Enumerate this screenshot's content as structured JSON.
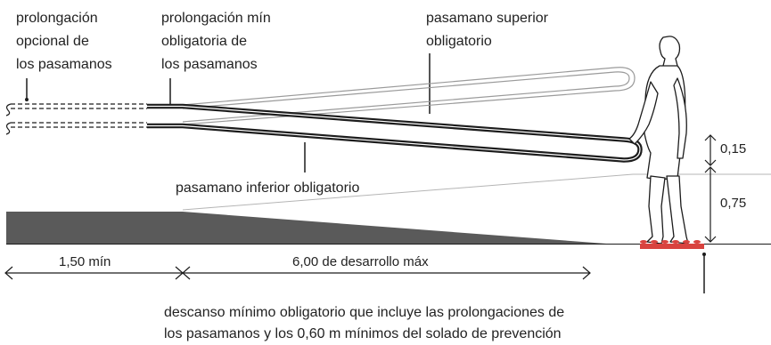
{
  "labels": {
    "optional_extension": [
      "prolongación",
      "opcional de",
      "los pasamanos"
    ],
    "min_extension": [
      "prolongación mín",
      "obligatoria de",
      "los pasamanos"
    ],
    "upper_handrail": [
      "pasamano superior",
      "obligatorio"
    ],
    "lower_handrail": "pasamano inferior obligatorio",
    "gap_height": "0,15",
    "handrail_height": "0,75",
    "landing_length": "1,50 mín",
    "ramp_length": "6,00 de desarrollo máx",
    "landing_note": [
      "descanso mínimo obligatorio que incluye las prolongaciones de",
      "los pasamanos y los 0,60 m mínimos del solado de prevención"
    ]
  },
  "colors": {
    "ink": "#1c1c1c",
    "ramp_fill": "#5a5a5a",
    "ghost": "#9a9a9a",
    "warning_floor": "#d9433f"
  }
}
